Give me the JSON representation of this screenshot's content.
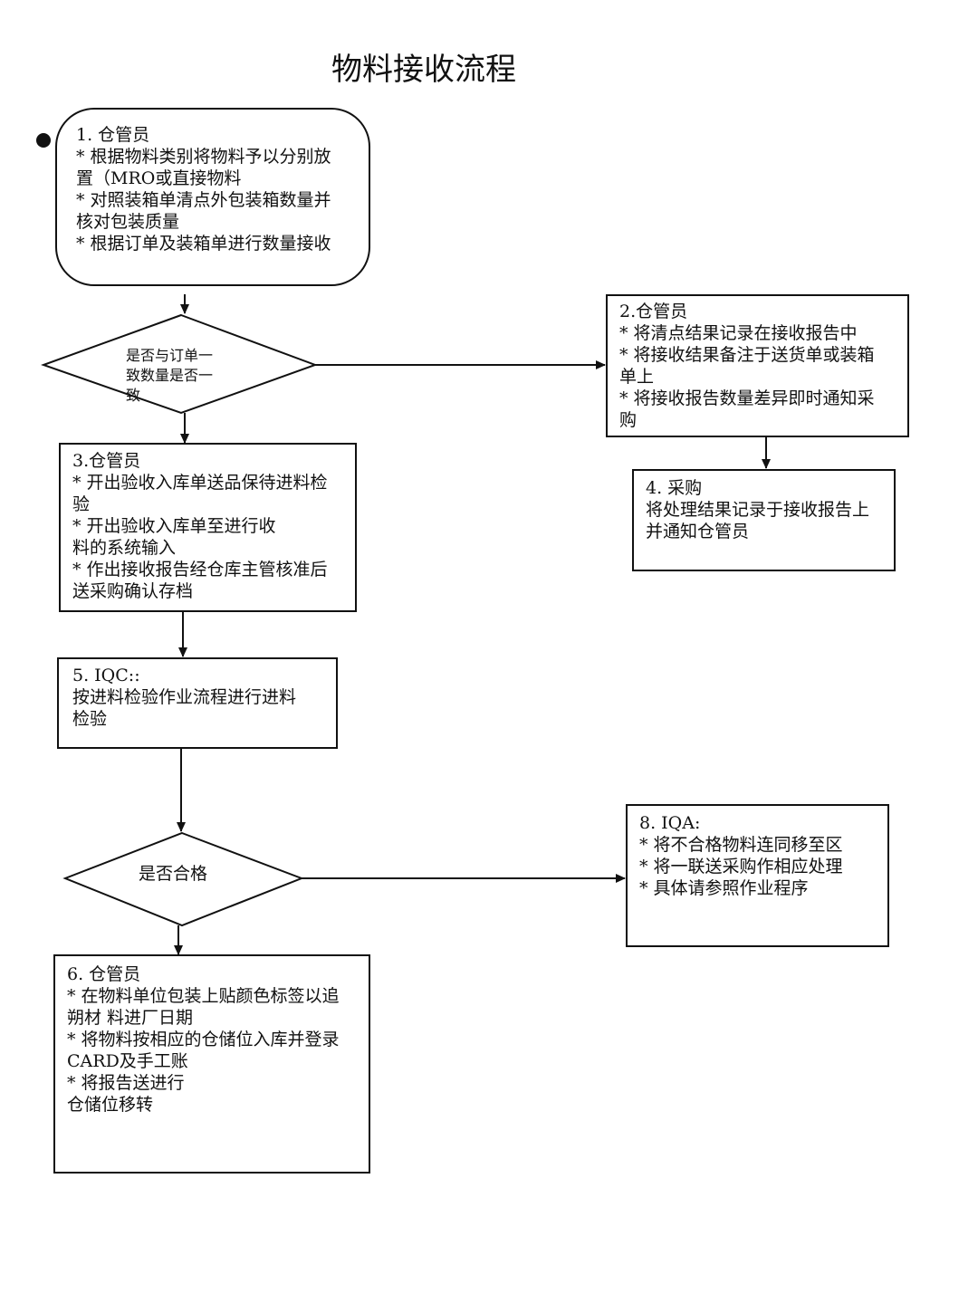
{
  "title": "物料接收流程",
  "nodes": {
    "n1": {
      "lines": [
        "1. 仓管员",
        "* 根据物料类别将物料予以分别放",
        "置（MRO或直接物料",
        "* 对照装箱单清点外包装箱数量并",
        "  核对包装质量",
        "* 根据订单及装箱单进行数量接收"
      ]
    },
    "d1": {
      "lines": [
        "是否与订单一",
        "致数量是否一",
        "致"
      ]
    },
    "n2": {
      "lines": [
        "2.仓管员",
        "* 将清点结果记录在接收报告中",
        "* 将接收结果备注于送货单或装箱",
        "单上",
        "* 将接收报告数量差异即时通知采",
        "购"
      ]
    },
    "n3": {
      "lines": [
        "3.仓管员",
        "* 开出验收入库单送品保待进料检",
        "验",
        "* 开出验收入库单至进行收",
        "  料的系统输入",
        "* 作出接收报告经仓库主管核准后",
        "  送采购确认存档"
      ]
    },
    "n4": {
      "lines": [
        "4. 采购",
        "将处理结果记录于接收报告上",
        "并通知仓管员"
      ]
    },
    "n5": {
      "lines": [
        "5. IQC::",
        "按进料检验作业流程进行进料",
        "检验"
      ]
    },
    "d2": {
      "lines": [
        "是否合格"
      ]
    },
    "n8": {
      "lines": [
        "8. IQA:",
        "* 将不合格物料连同移至区",
        "* 将一联送采购作相应处理",
        "* 具体请参照作业程序"
      ]
    },
    "n6": {
      "lines": [
        "6. 仓管员",
        "* 在物料单位包装上贴颜色标签以追",
        "朔材 料进厂日期",
        "* 将物料按相应的仓储位入库并登录",
        "  CARD及手工账",
        "* 将报告送进行",
        "  仓储位移转"
      ]
    }
  },
  "edges": [
    {
      "from": "n1",
      "to": "d1"
    },
    {
      "from": "d1",
      "to": "n2"
    },
    {
      "from": "d1",
      "to": "n3"
    },
    {
      "from": "n2",
      "to": "n4"
    },
    {
      "from": "n3",
      "to": "n5"
    },
    {
      "from": "n5",
      "to": "d2"
    },
    {
      "from": "d2",
      "to": "n8"
    },
    {
      "from": "d2",
      "to": "n6"
    }
  ]
}
